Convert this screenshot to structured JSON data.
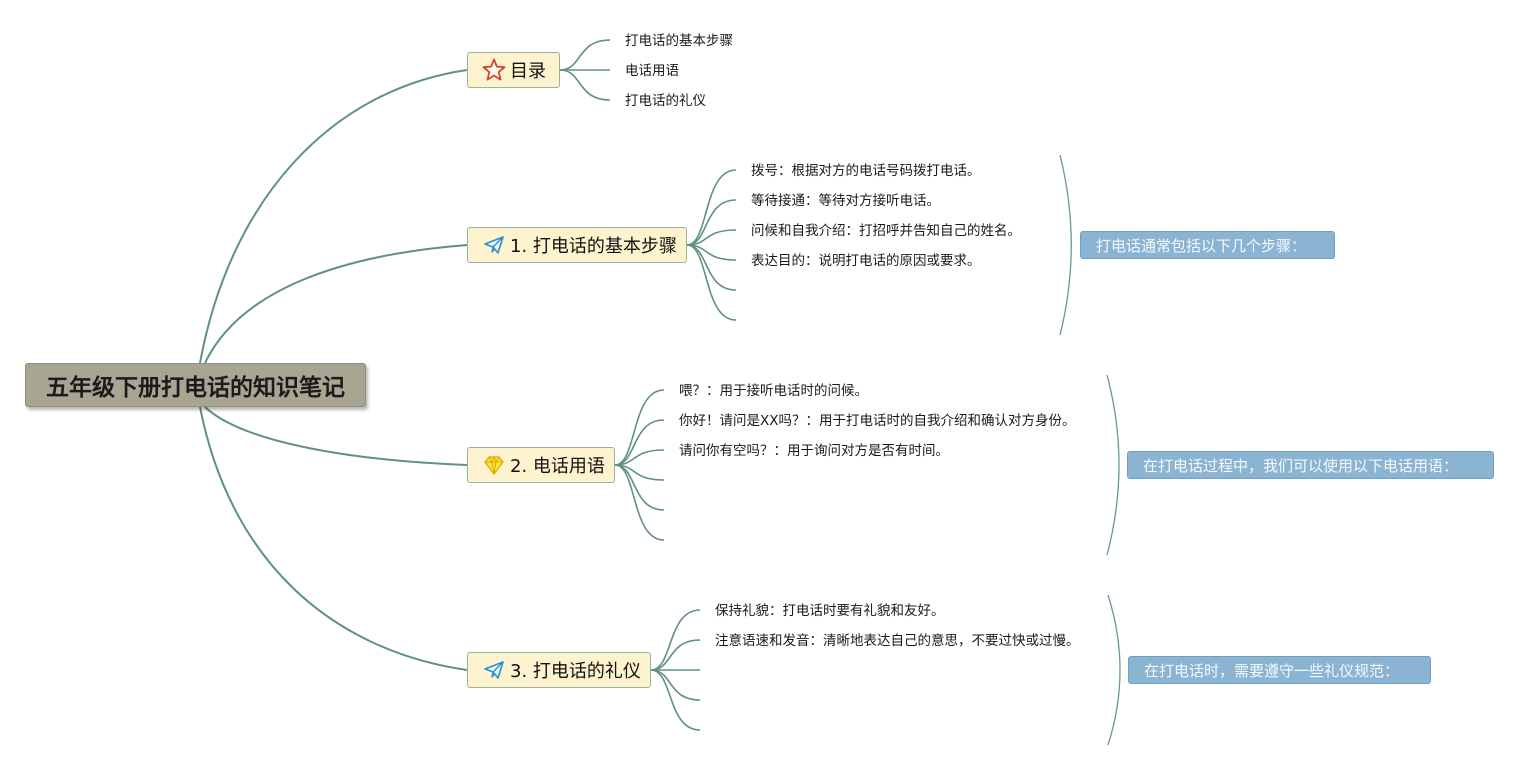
{
  "root": {
    "title": "五年级下册打电话的知识笔记"
  },
  "branches": [
    {
      "label": "目录",
      "icon": "star-icon",
      "items": [
        "打电话的基本步骤",
        "电话用语",
        "打电话的礼仪"
      ],
      "summary": ""
    },
    {
      "label": "1. 打电话的基本步骤",
      "icon": "paper-plane-icon",
      "items": [
        "拨号：根据对方的电话号码拨打电话。",
        "等待接通：等待对方接听电话。",
        "问候和自我介绍：打招呼并告知自己的姓名。",
        "表达目的：说明打电话的原因或要求。",
        "",
        ""
      ],
      "summary": "打电话通常包括以下几个步骤："
    },
    {
      "label": "2. 电话用语",
      "icon": "diamond-icon",
      "items": [
        "喂？：用于接听电话时的问候。",
        "你好！请问是XX吗？：用于打电话时的自我介绍和确认对方身份。",
        "请问你有空吗？：用于询问对方是否有时间。",
        "",
        "",
        ""
      ],
      "summary": "在打电话过程中，我们可以使用以下电话用语："
    },
    {
      "label": "3. 打电话的礼仪",
      "icon": "paper-plane-icon",
      "items": [
        "保持礼貌：打电话时要有礼貌和友好。",
        "注意语速和发音：清晰地表达自己的意思，不要过快或过慢。",
        "",
        "",
        ""
      ],
      "summary": "在打电话时，需要遵守一些礼仪规范："
    }
  ],
  "colors": {
    "connector": "#5f927f",
    "root_fill": "#a8a593",
    "branch_fill": "#fdf4cf",
    "summary_fill": "#8bb4d3"
  }
}
